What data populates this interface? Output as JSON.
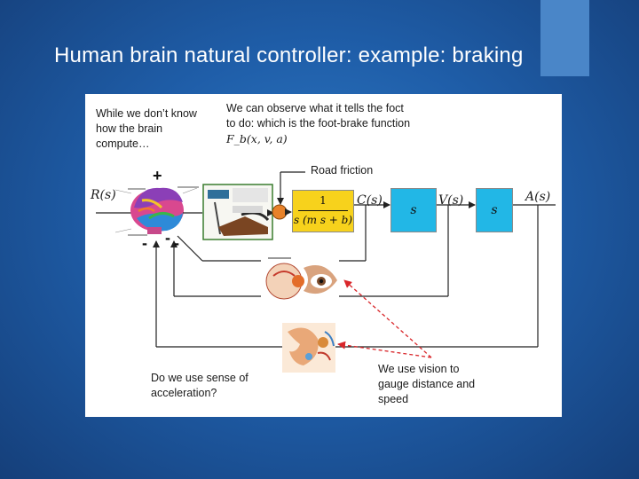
{
  "slide": {
    "title": "Human brain natural controller: example: braking",
    "accent_color": "#4a86c8",
    "background_color": "#1f5ea9"
  },
  "figure": {
    "annotation_brain": "While we don’t know how the brain compute…",
    "annotation_foot_text": "We can observe what it tells the foct to do: which is the foot-brake function",
    "annotation_foot_formula": "F_b(x, v, a)",
    "road_friction_label": "Road friction",
    "input_label": "R(s)",
    "plus_sign": "+",
    "minus_signs": [
      "-",
      "-",
      "-"
    ],
    "plant_block": {
      "numerator": "1",
      "denominator": "s (m s + b)"
    },
    "output_c_label": "C(s)",
    "block_s1_label": "s",
    "output_v_label": "V(s)",
    "block_s2_label": "s",
    "output_a_label": "A(s)",
    "question_acceleration": "Do we use sense of acceleration?",
    "note_vision": "We use vision to gauge distance and speed",
    "icons": [
      "brain-image",
      "foot-brake-image",
      "eye-image",
      "ear-image"
    ],
    "colors": {
      "plant_block": "#f7d21c",
      "derivative_blocks": "#22b7e6",
      "summing_junction": "#e8822a",
      "dashed_arrows": "#d9262a"
    }
  }
}
